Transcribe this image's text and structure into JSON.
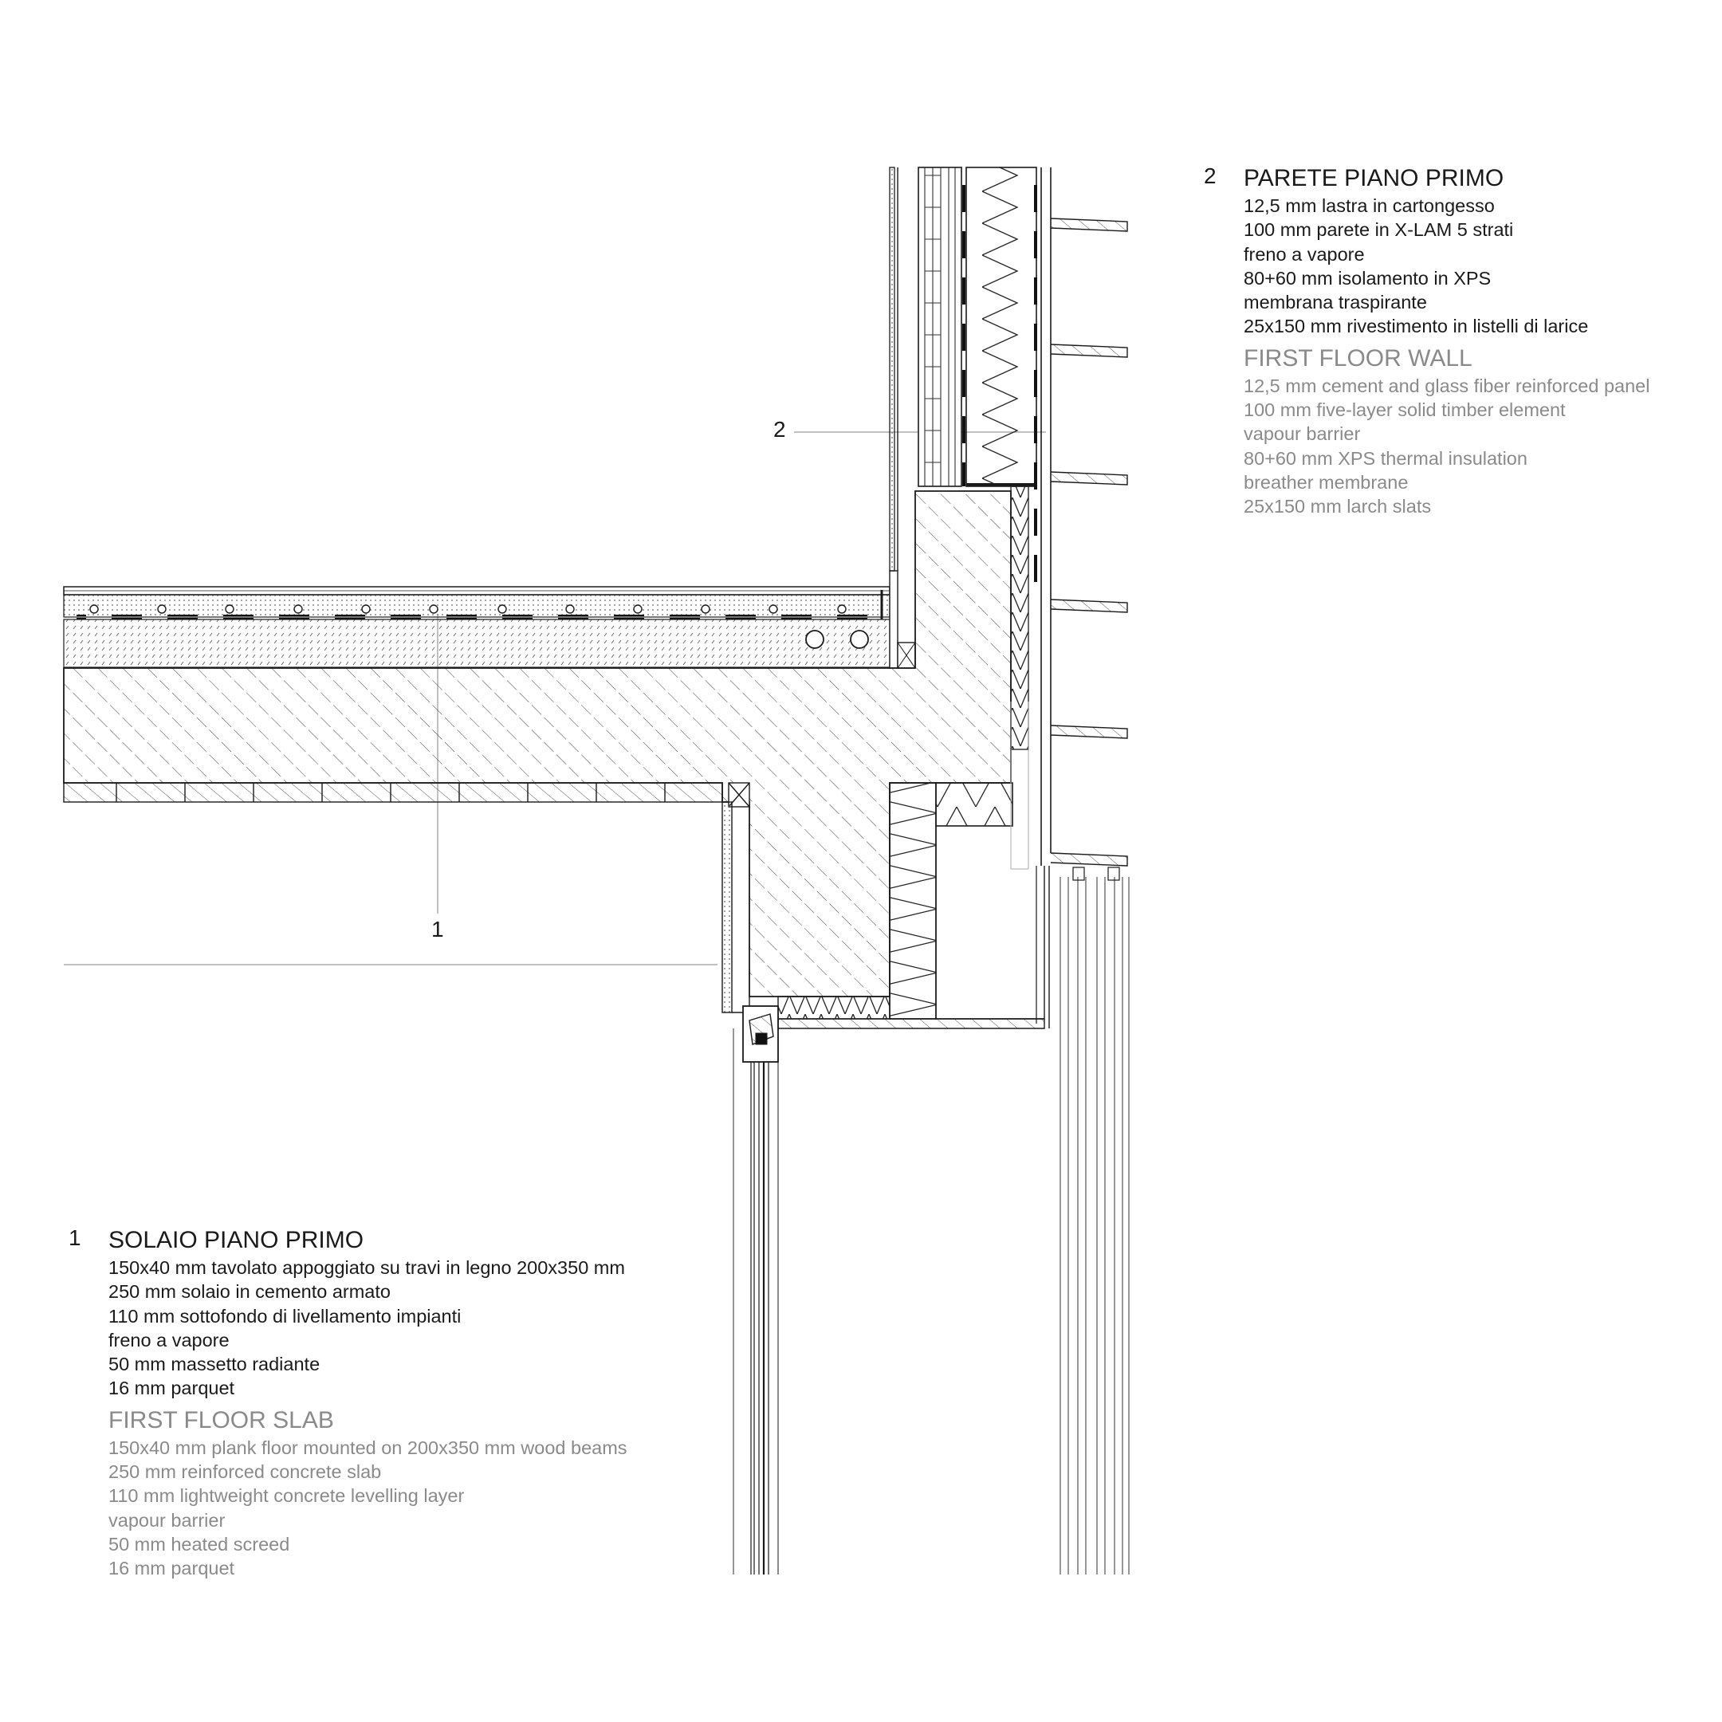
{
  "callouts": {
    "one": "1",
    "two": "2"
  },
  "legend_1": {
    "number": "1",
    "title_it": "SOLAIO PIANO PRIMO",
    "lines_it": [
      "150x40 mm tavolato appoggiato su travi in legno 200x350 mm",
      "250 mm solaio in cemento armato",
      "110 mm sottofondo di livellamento impianti",
      "freno a vapore",
      "50 mm massetto radiante",
      "16 mm parquet"
    ],
    "title_en": "FIRST FLOOR SLAB",
    "lines_en": [
      "150x40 mm plank floor mounted on 200x350 mm wood beams",
      "250 mm reinforced concrete slab",
      "110 mm lightweight concrete levelling layer",
      "vapour barrier",
      "50 mm heated screed",
      "16 mm parquet"
    ]
  },
  "legend_2": {
    "number": "2",
    "title_it": "PARETE PIANO PRIMO",
    "lines_it": [
      "12,5 mm lastra in cartongesso",
      "100 mm parete in X-LAM 5 strati",
      "freno a vapore",
      "80+60 mm isolamento in XPS",
      "membrana traspirante",
      "25x150 mm rivestimento in listelli di larice"
    ],
    "title_en": "FIRST FLOOR WALL",
    "lines_en": [
      "12,5 mm cement and glass fiber reinforced panel",
      "100 mm five-layer solid timber element",
      "vapour barrier",
      "80+60 mm XPS thermal insulation",
      "breather membrane",
      "25x150 mm larch slats"
    ]
  },
  "colors": {
    "line": "#1a1a1a",
    "leader": "#9a9a9a",
    "english_text": "#8a8a8a"
  }
}
